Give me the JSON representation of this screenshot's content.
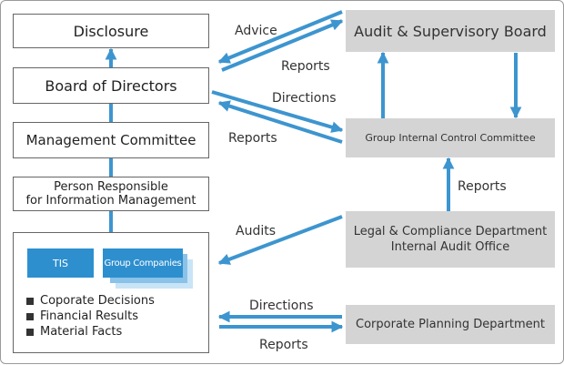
{
  "colors": {
    "accent_blue": "#2e8fcf",
    "light_blue": "#8ac2e8",
    "pale_blue": "#c9e4f6",
    "box_gray": "#d4d4d4",
    "arrow_blue": "#3d95cf"
  },
  "left_column": {
    "disclosure": "Disclosure",
    "board_of_directors": "Board of Directors",
    "management_committee": "Management Committee",
    "person_responsible_line1": "Person Responsible",
    "person_responsible_line2": "for Information Management",
    "tis": "TIS",
    "group_companies": "Group Companies",
    "bullets": [
      "Coporate Decisions",
      "Financial Results",
      "Material Facts"
    ]
  },
  "right_column": {
    "audit_board": "Audit & Supervisory Board",
    "group_internal_control": "Group Internal Control Committee",
    "legal_line1": "Legal & Compliance Department",
    "legal_line2": "Internal Audit Office",
    "corporate_planning": "Corporate Planning Department"
  },
  "flow_labels": {
    "advice": "Advice",
    "reports_audit_board": "Reports",
    "directions_gicc": "Directions",
    "reports_gicc": "Reports",
    "reports_legal": "Reports",
    "audits": "Audits",
    "directions_corp": "Directions",
    "reports_corp": "Reports"
  }
}
